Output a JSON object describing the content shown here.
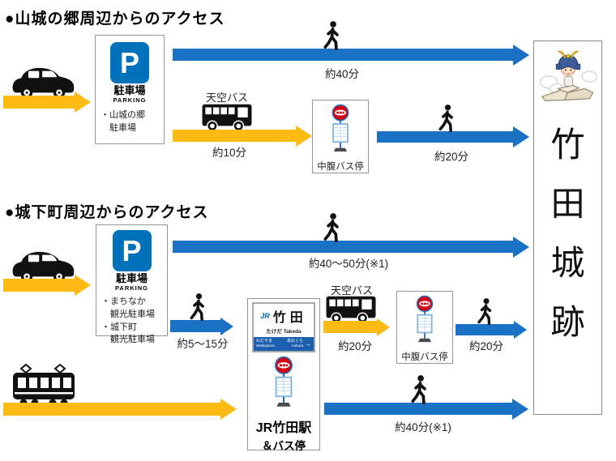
{
  "colors": {
    "arrow_blue": "#1B72C4",
    "arrow_yellow": "#FCBA12",
    "parking_blue": "#0072BC",
    "busstop_red": "#D7000F",
    "station_band_blue": "#1C5FAE"
  },
  "section1": {
    "title": "●山城の郷周辺からのアクセス",
    "parking": {
      "p": "P",
      "label": "駐車場",
      "label_en": "PARKING",
      "notes": [
        "・山城の郷",
        "　駐車場"
      ]
    },
    "walk_direct": "約40分",
    "sky_bus": "天空バス",
    "bus_time": "約10分",
    "bus_stop": "中腹バス停",
    "walk_after_stop": "約20分"
  },
  "section2": {
    "title": "●城下町周辺からのアクセス",
    "parking": {
      "p": "P",
      "label": "駐車場",
      "label_en": "PARKING",
      "notes": [
        "・まちなか",
        "　観光駐車場",
        "・城下町",
        "　観光駐車場"
      ]
    },
    "walk_direct": "約40〜50分(※1)",
    "walk_to_station": "約5〜15分",
    "station": {
      "jr": "JR",
      "name": "竹田",
      "kana": "たけだ",
      "romaji": "Takeda",
      "prev_kana": "わだやま",
      "prev_romaji": "Wadayama",
      "next_kana": "あおくら",
      "next_romaji": "Aokura",
      "band_arrow": "→"
    },
    "station_label1": "JR竹田駅",
    "station_label2": "＆バス停",
    "sky_bus": "天空バス",
    "bus_time": "約20分",
    "bus_stop": "中腹バス停",
    "walk_after_stop": "約20分",
    "walk_from_station": "約40分(※1)"
  },
  "destination": {
    "name": "竹田城跡",
    "chars": [
      "竹",
      "田",
      "城",
      "跡"
    ]
  }
}
